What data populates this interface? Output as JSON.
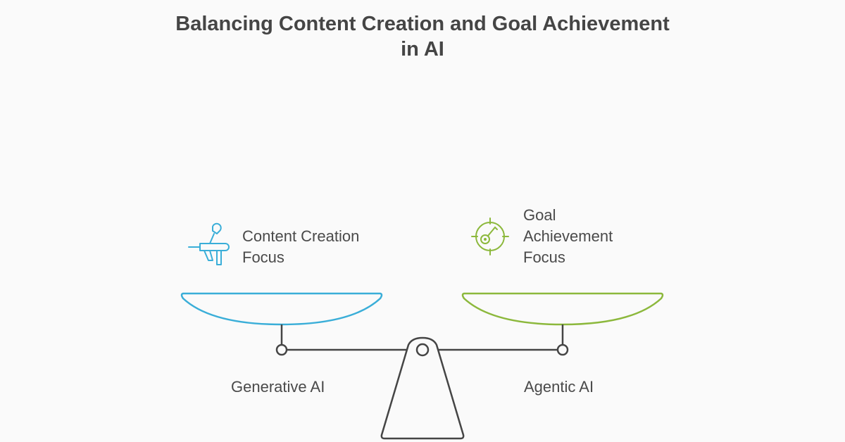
{
  "title_line1": "Balancing Content Creation and Goal Achievement",
  "title_line2": "in AI",
  "left": {
    "focus_line1": "Content Creation",
    "focus_line2": "Focus",
    "label": "Generative AI",
    "icon": "airbrush-icon",
    "color": "#3aaed8"
  },
  "right": {
    "focus_line1": "Goal",
    "focus_line2": "Achievement",
    "focus_line3": "Focus",
    "label": "Agentic AI",
    "icon": "target-key-icon",
    "color": "#8cb83c"
  }
}
